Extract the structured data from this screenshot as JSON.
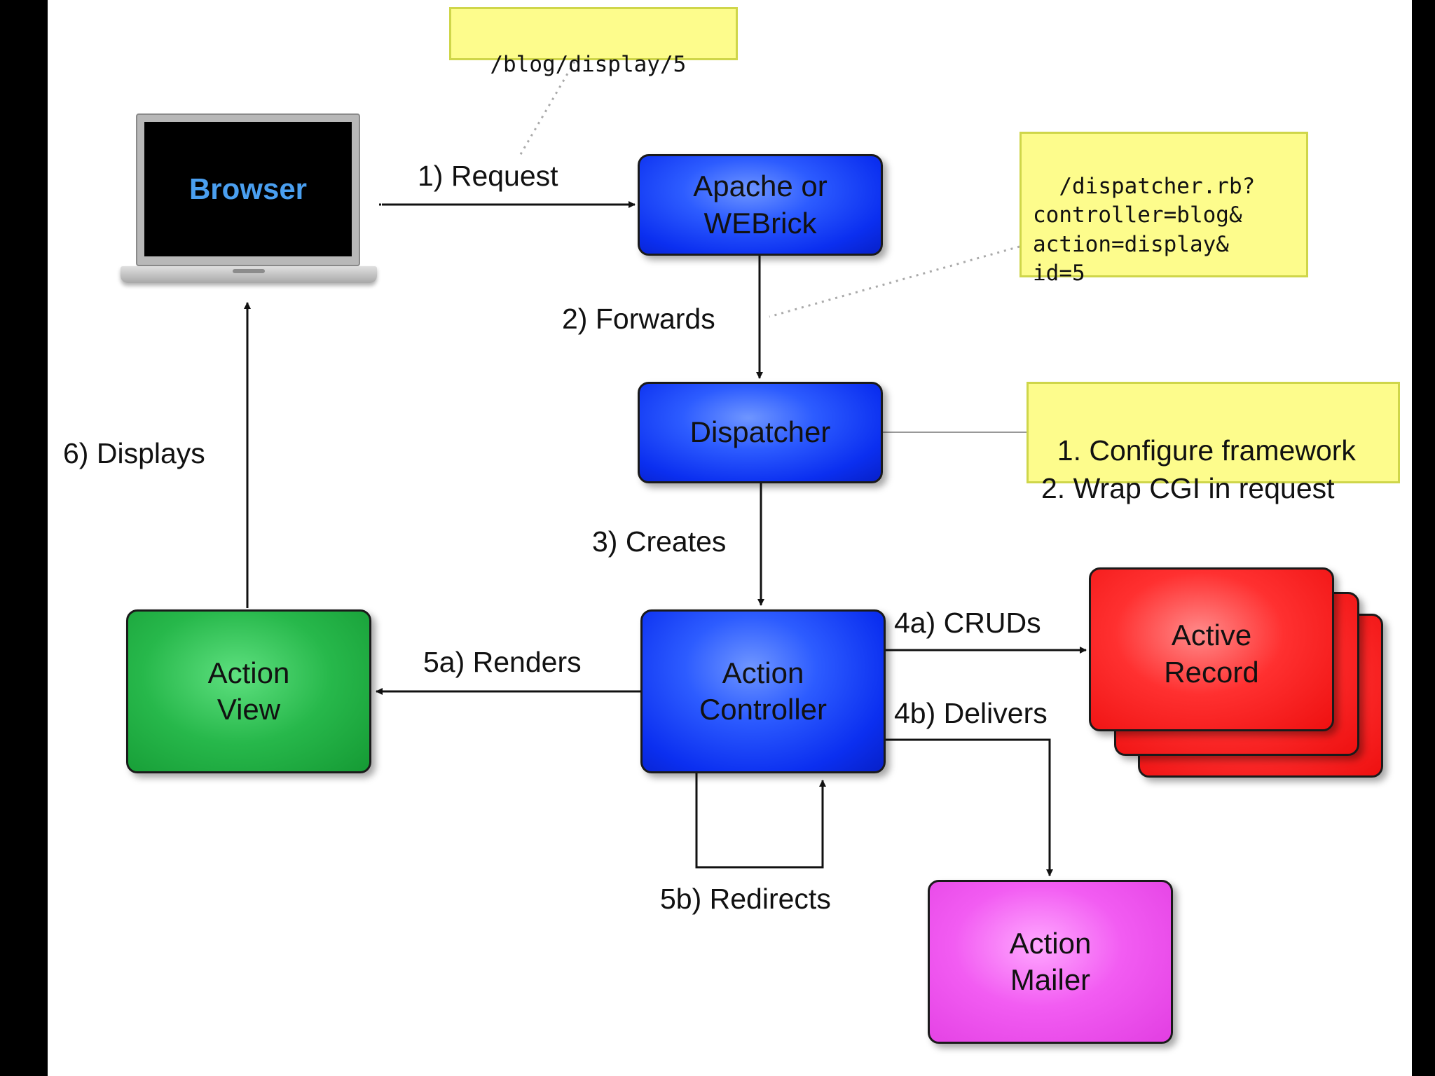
{
  "nodes": {
    "browser": "Browser",
    "apache": "Apache or\nWEBrick",
    "dispatcher": "Dispatcher",
    "controller": "Action\nController",
    "view": "Action\nView",
    "record": "Active\nRecord",
    "mailer": "Action\nMailer"
  },
  "notes": {
    "url": "/blog/display/5",
    "dispatch_url": "/dispatcher.rb?\ncontroller=blog&\naction=display&\nid=5",
    "dispatcher_steps": "1. Configure framework\n2. Wrap CGI in request"
  },
  "edges": {
    "request": "1) Request",
    "forwards": "2) Forwards",
    "creates": "3) Creates",
    "cruds": "4a) CRUDs",
    "delivers": "4b) Delivers",
    "renders": "5a) Renders",
    "redirects": "5b) Redirects",
    "displays": "6) Displays"
  },
  "colors": {
    "blue": "#1a3cff",
    "green": "#22b245",
    "red": "#ff2222",
    "magenta": "#ee55ee",
    "note": "#fdfc8c"
  }
}
